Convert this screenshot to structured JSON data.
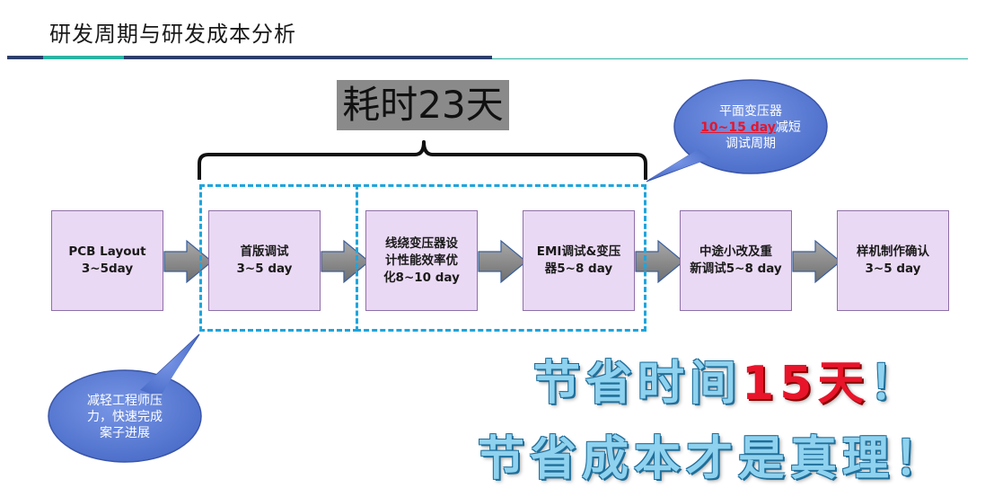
{
  "title": "研发周期与研发成本分析",
  "elapsed_label": "耗时23天",
  "steps": [
    {
      "line1": "PCB Layout",
      "line2": "3~5day"
    },
    {
      "line1": "首版调试",
      "line2": "3~5 day"
    },
    {
      "line1": "线绕变压器设",
      "line2": "计性能效率优",
      "line3": "化8~10 day"
    },
    {
      "line1": "EMI调试&变压",
      "line2": "器5~8 day"
    },
    {
      "line1": "中途小改及重",
      "line2": "新调试5~8 day"
    },
    {
      "line1": "样机制作确认",
      "line2": "3~5 day"
    }
  ],
  "callout_top": {
    "line1": "平面变压器",
    "highlight": "10~15 day",
    "after": "减短",
    "line3": "调试周期"
  },
  "callout_bottom": {
    "line1": "减轻工程师压",
    "line2": "力，快速完成",
    "line3": "案子进展"
  },
  "slogan1": {
    "before": "节省时间",
    "red": "15天",
    "after": "！"
  },
  "slogan2": "节省成本才是真理！",
  "colors": {
    "step_fill": "#ead9f4",
    "arrow_fill": "#8c8c8c",
    "dash": "#1fa5dc",
    "callout_fill": "#5b7fd6",
    "highlight": "#e8142a"
  }
}
